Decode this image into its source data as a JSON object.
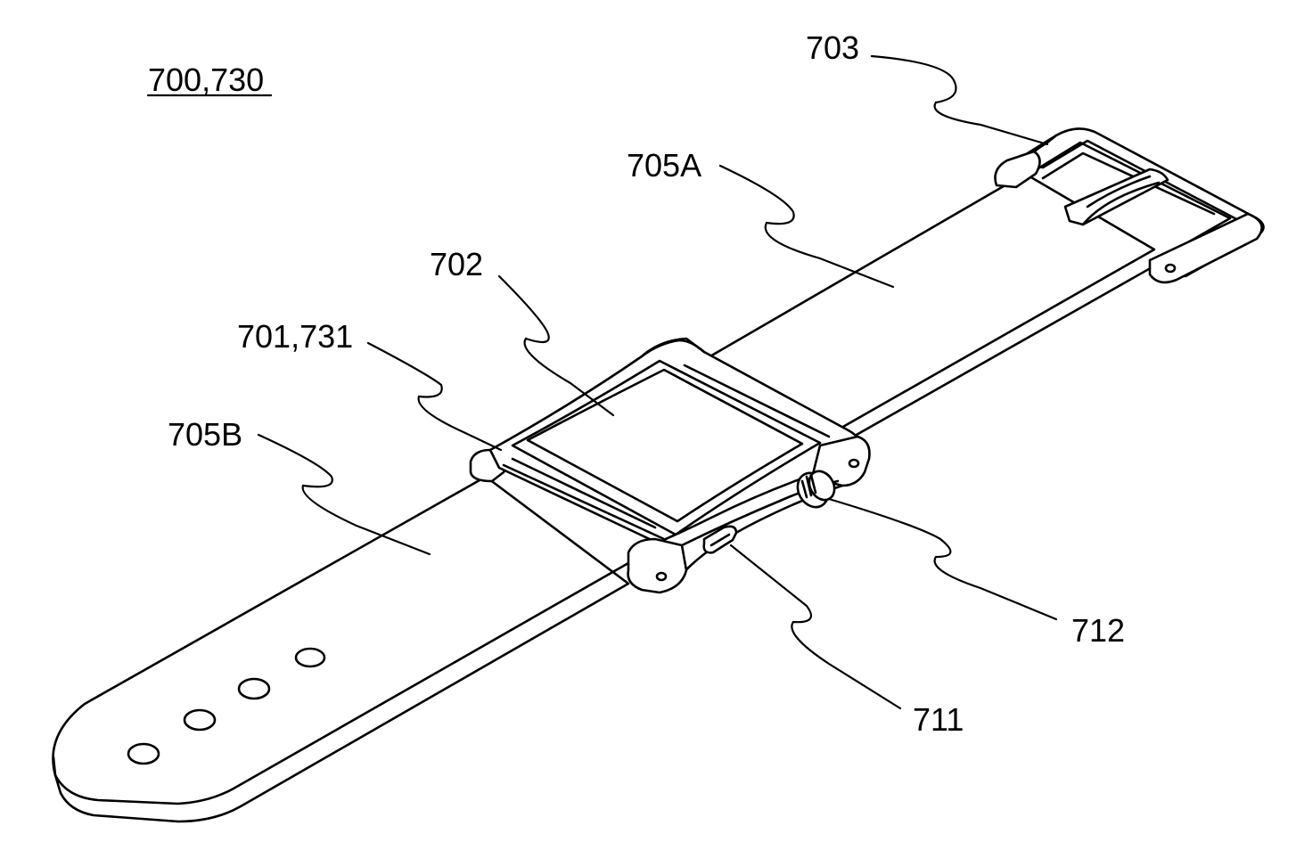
{
  "figure": {
    "title_label": "700,730",
    "labels": {
      "buckle": "703",
      "strap_upper": "705A",
      "display": "702",
      "housing": "701,731",
      "strap_lower": "705B",
      "crown": "712",
      "button": "711"
    }
  }
}
